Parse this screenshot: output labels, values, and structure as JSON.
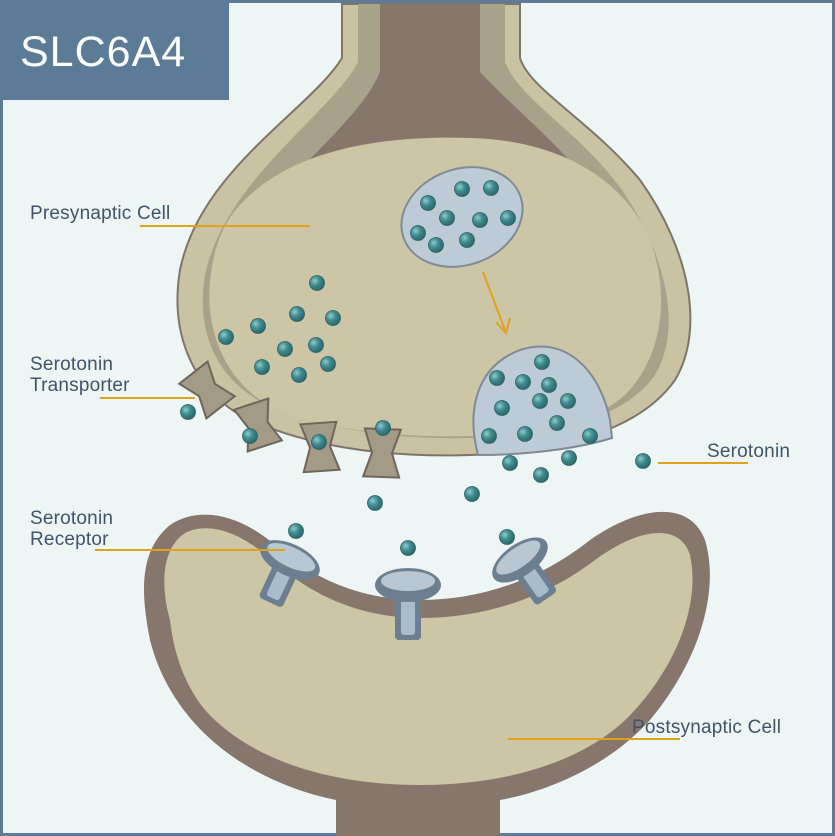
{
  "title": "SLC6A4",
  "labels": {
    "presynaptic": "Presynaptic Cell",
    "transporter_line1": "Serotonin",
    "transporter_line2": "Transporter",
    "serotonin": "Serotonin",
    "receptor_line1": "Serotonin",
    "receptor_line2": "Receptor",
    "postsynaptic": "Postsynaptic Cell"
  },
  "colors": {
    "background": "#eef6f5",
    "frame": "#5b7b96",
    "title_box": "#5b7b96",
    "cell_fill": "#ccc5a6",
    "cell_rim": "#a9a28a",
    "cell_dark": "#86766c",
    "vesicle": "#bccbd6",
    "molecule": "#3f8c90",
    "receptor": "#6c7f90",
    "leader_line": "#e0a21a"
  }
}
